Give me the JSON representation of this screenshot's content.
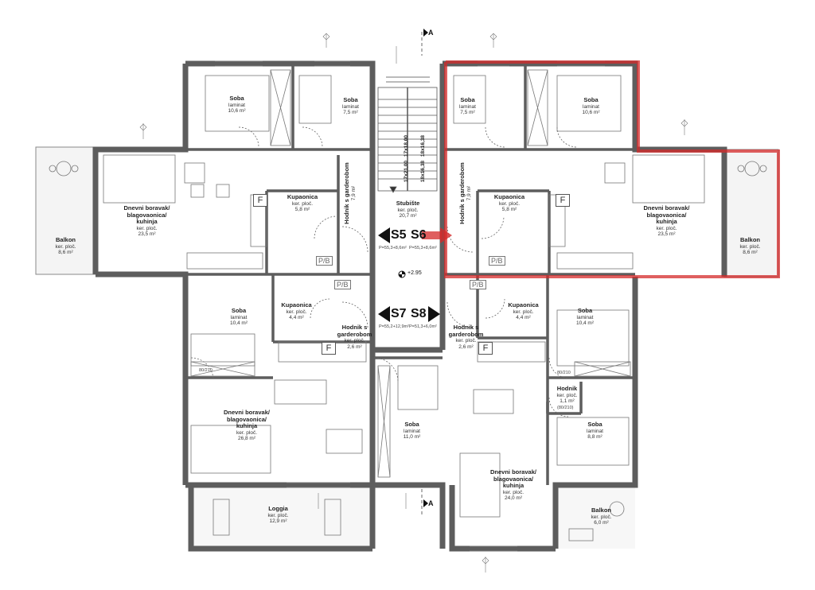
{
  "colors": {
    "wall": "#6b6b6b",
    "wall_dark": "#3a3a3a",
    "highlight": "#d42a2a",
    "line": "#555555",
    "balcony": "#f2f2f2"
  },
  "north_label": "A",
  "level_marker": "+2.95",
  "stair": {
    "name": "Stubište",
    "sub": "ker. ploč.",
    "area": "20,7 m²",
    "dims_top": "17x18,00",
    "dims_top2": "18x16,38",
    "dims_bot": "17x21,00",
    "dims_bot2": "18x16,38"
  },
  "sections": {
    "s5": "S5",
    "s6": "S6",
    "s7": "S7",
    "s8": "S8",
    "p5": "P=55,3+8,6m²",
    "p6": "P=55,3+8,6m²",
    "p7": "P=55,2+12,9m²",
    "p8": "P=51,3+6,0m²"
  },
  "pb": "P/B",
  "fridge": "F",
  "rooms": {
    "nw_soba1": {
      "name": "Soba",
      "finish": "laminat",
      "area": "10,6 m²"
    },
    "nw_soba2": {
      "name": "Soba",
      "finish": "laminat",
      "area": "7,5 m²"
    },
    "nw_living": {
      "name": "Dnevni boravak/ blagovaonica/ kuhinja",
      "finish": "ker. ploč.",
      "area": "23,5 m²"
    },
    "nw_bath": {
      "name": "Kupaonica",
      "finish": "ker. ploč.",
      "area": "5,8 m²"
    },
    "nw_hall": {
      "name": "Hodnik s garderobom",
      "finish": "ker. ploč.",
      "area": "7,9 m²"
    },
    "nw_balkon": {
      "name": "Balkon",
      "finish": "ker. ploč.",
      "area": "8,6 m²"
    },
    "ne_soba1": {
      "name": "Soba",
      "finish": "laminat",
      "area": "7,5 m²"
    },
    "ne_soba2": {
      "name": "Soba",
      "finish": "laminat",
      "area": "10,6 m²"
    },
    "ne_living": {
      "name": "Dnevni boravak/ blagovaonica/ kuhinja",
      "finish": "ker. ploč.",
      "area": "23,5 m²"
    },
    "ne_bath": {
      "name": "Kupaonica",
      "finish": "ker. ploč.",
      "area": "5,8 m²"
    },
    "ne_hall": {
      "name": "Hodnik s garderobom",
      "finish": "ker. ploč.",
      "area": "7,9 m²"
    },
    "ne_balkon": {
      "name": "Balkon",
      "finish": "ker. ploč.",
      "area": "8,6 m²"
    },
    "sw_soba": {
      "name": "Soba",
      "finish": "laminat",
      "area": "10,4 m²"
    },
    "sw_bath": {
      "name": "Kupaonica",
      "finish": "ker. ploč.",
      "area": "4,4 m²"
    },
    "sw_hall": {
      "name": "Hodnik s garderobom",
      "finish": "ker. ploč.",
      "area": "2,6 m²"
    },
    "sw_living": {
      "name": "Dnevni boravak/ blagovaonica/ kuhinja",
      "finish": "ker. ploč.",
      "area": "26,8 m²"
    },
    "sw_loggia": {
      "name": "Loggia",
      "finish": "ker. ploč.",
      "area": "12,9 m²"
    },
    "c_soba": {
      "name": "Soba",
      "finish": "laminat",
      "area": "11,0 m²"
    },
    "se_soba1": {
      "name": "Soba",
      "finish": "laminat",
      "area": "10,4 m²"
    },
    "se_bath": {
      "name": "Kupaonica",
      "finish": "ker. ploč.",
      "area": "4,4 m²"
    },
    "se_hall": {
      "name": "Hodnik s garderobom",
      "finish": "ker. ploč.",
      "area": "2,6 m²"
    },
    "se_hodnik": {
      "name": "Hodnik",
      "finish": "ker. ploč.",
      "area": "1,1 m²"
    },
    "se_soba2": {
      "name": "Soba",
      "finish": "laminat",
      "area": "8,8 m²"
    },
    "se_living": {
      "name": "Dnevni boravak/ blagovaonica/ kuhinja",
      "finish": "ker. ploč.",
      "area": "24,0 m²"
    },
    "se_balkon": {
      "name": "Balkon",
      "finish": "ker. ploč.",
      "area": "6,0 m²"
    }
  },
  "door_tags": {
    "d1": "80/210",
    "d2": "(80/210)"
  }
}
